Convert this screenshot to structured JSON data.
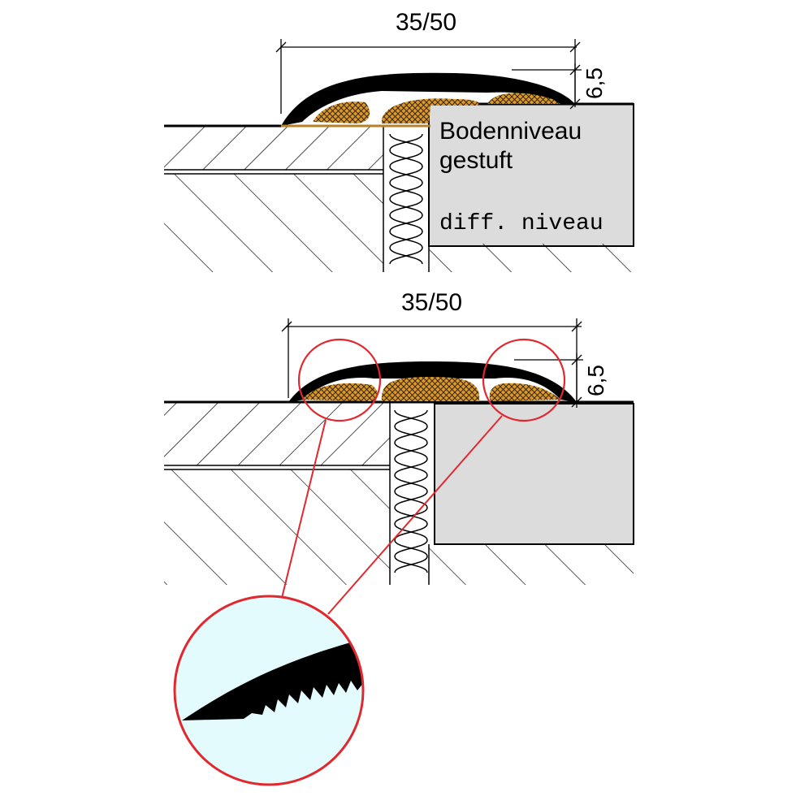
{
  "top_section": {
    "dimension_width": "35/50",
    "dimension_height": "6,5",
    "label_line1": "Bodenniveau",
    "label_line2": "gestuft",
    "label_line3": "diff. niveau"
  },
  "bottom_section": {
    "dimension_width": "35/50",
    "dimension_height": "6,5"
  },
  "colors": {
    "profile": "#000000",
    "filler": "#d99a2b",
    "panel": "#dcdcdc",
    "callout": "#e0282e",
    "detail_bg": "#e3fbfc"
  }
}
